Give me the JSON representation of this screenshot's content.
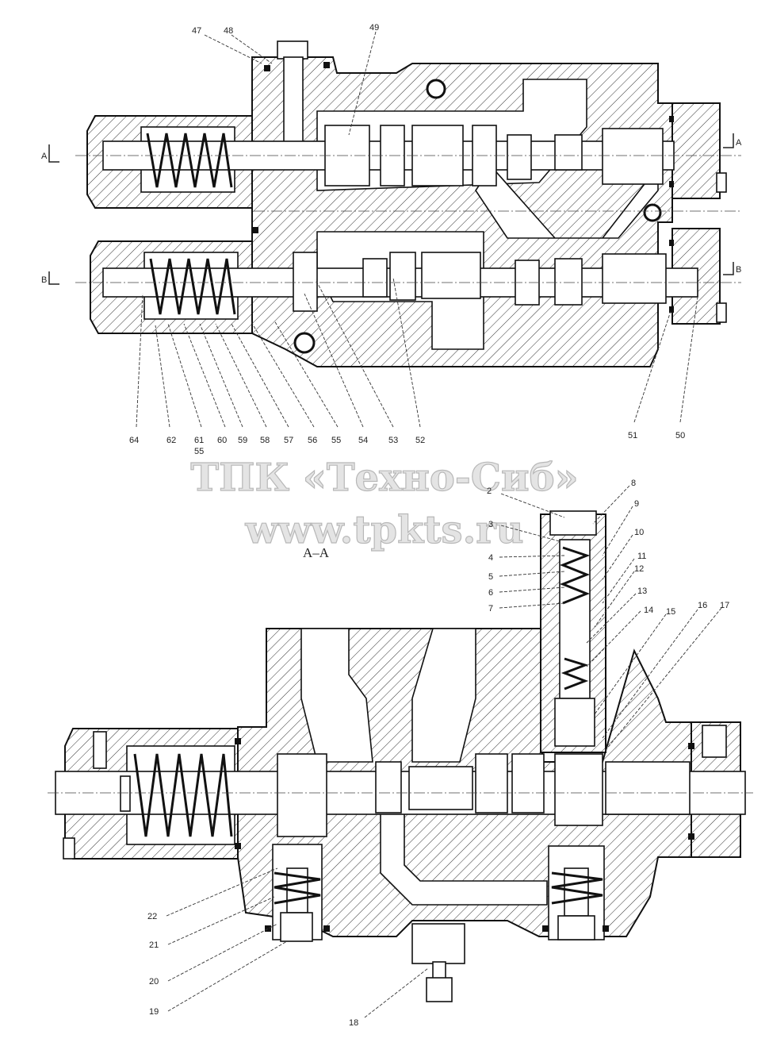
{
  "watermark": {
    "line1": "ТПК «Техно-Сиб»",
    "line2": "www.tpkts.ru"
  },
  "section_label": "A–A",
  "top_view": {
    "section_marks": [
      "A",
      "A",
      "B",
      "B"
    ],
    "callouts": [
      "47",
      "48",
      "49",
      "64",
      "62",
      "61",
      "55",
      "60",
      "59",
      "58",
      "57",
      "56",
      "55",
      "54",
      "53",
      "52",
      "51",
      "50"
    ]
  },
  "bottom_view": {
    "callouts": [
      "2",
      "3",
      "4",
      "5",
      "6",
      "7",
      "8",
      "9",
      "10",
      "11",
      "12",
      "13",
      "14",
      "15",
      "16",
      "17",
      "22",
      "21",
      "20",
      "19",
      "18"
    ]
  }
}
